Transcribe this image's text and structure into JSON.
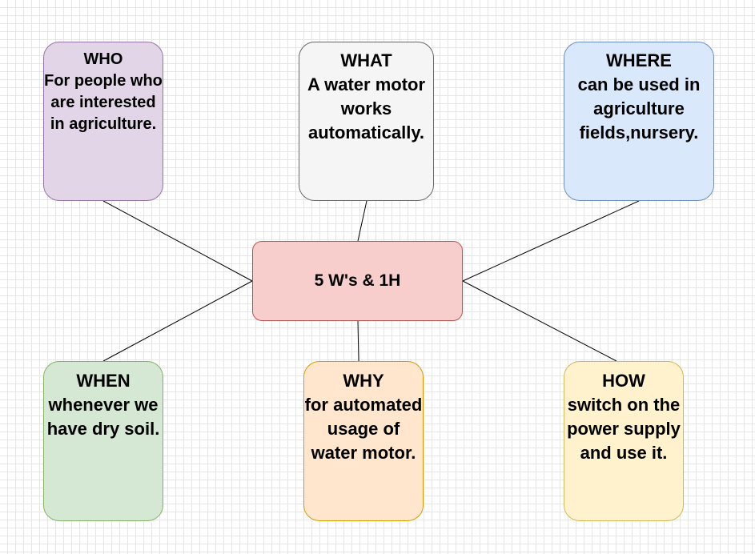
{
  "diagram": {
    "center": {
      "label": "5 W's & 1H"
    },
    "who": {
      "title": "WHO",
      "body": "For people who are interested in agriculture."
    },
    "what": {
      "title": "WHAT",
      "body": "A water motor works automatically."
    },
    "where": {
      "title": "WHERE",
      "body": "can be used in agriculture fields,nursery."
    },
    "when": {
      "title": "WHEN",
      "body": "whenever we have dry soil."
    },
    "why": {
      "title": "WHY",
      "body": "for automated usage of water motor."
    },
    "how": {
      "title": "HOW",
      "body": "switch on the power supply and use it."
    }
  },
  "colors": {
    "who_fill": "#e1d5e7",
    "who_stroke": "#9673a6",
    "what_fill": "#f5f5f5",
    "what_stroke": "#666666",
    "where_fill": "#dae8fc",
    "where_stroke": "#6c8ebf",
    "center_fill": "#f8cecc",
    "center_stroke": "#b85450",
    "when_fill": "#d5e8d4",
    "when_stroke": "#82b366",
    "why_fill": "#ffe6cc",
    "why_stroke": "#d79b00",
    "how_fill": "#fff2cc",
    "how_stroke": "#d6b656",
    "connector": "#000000"
  }
}
